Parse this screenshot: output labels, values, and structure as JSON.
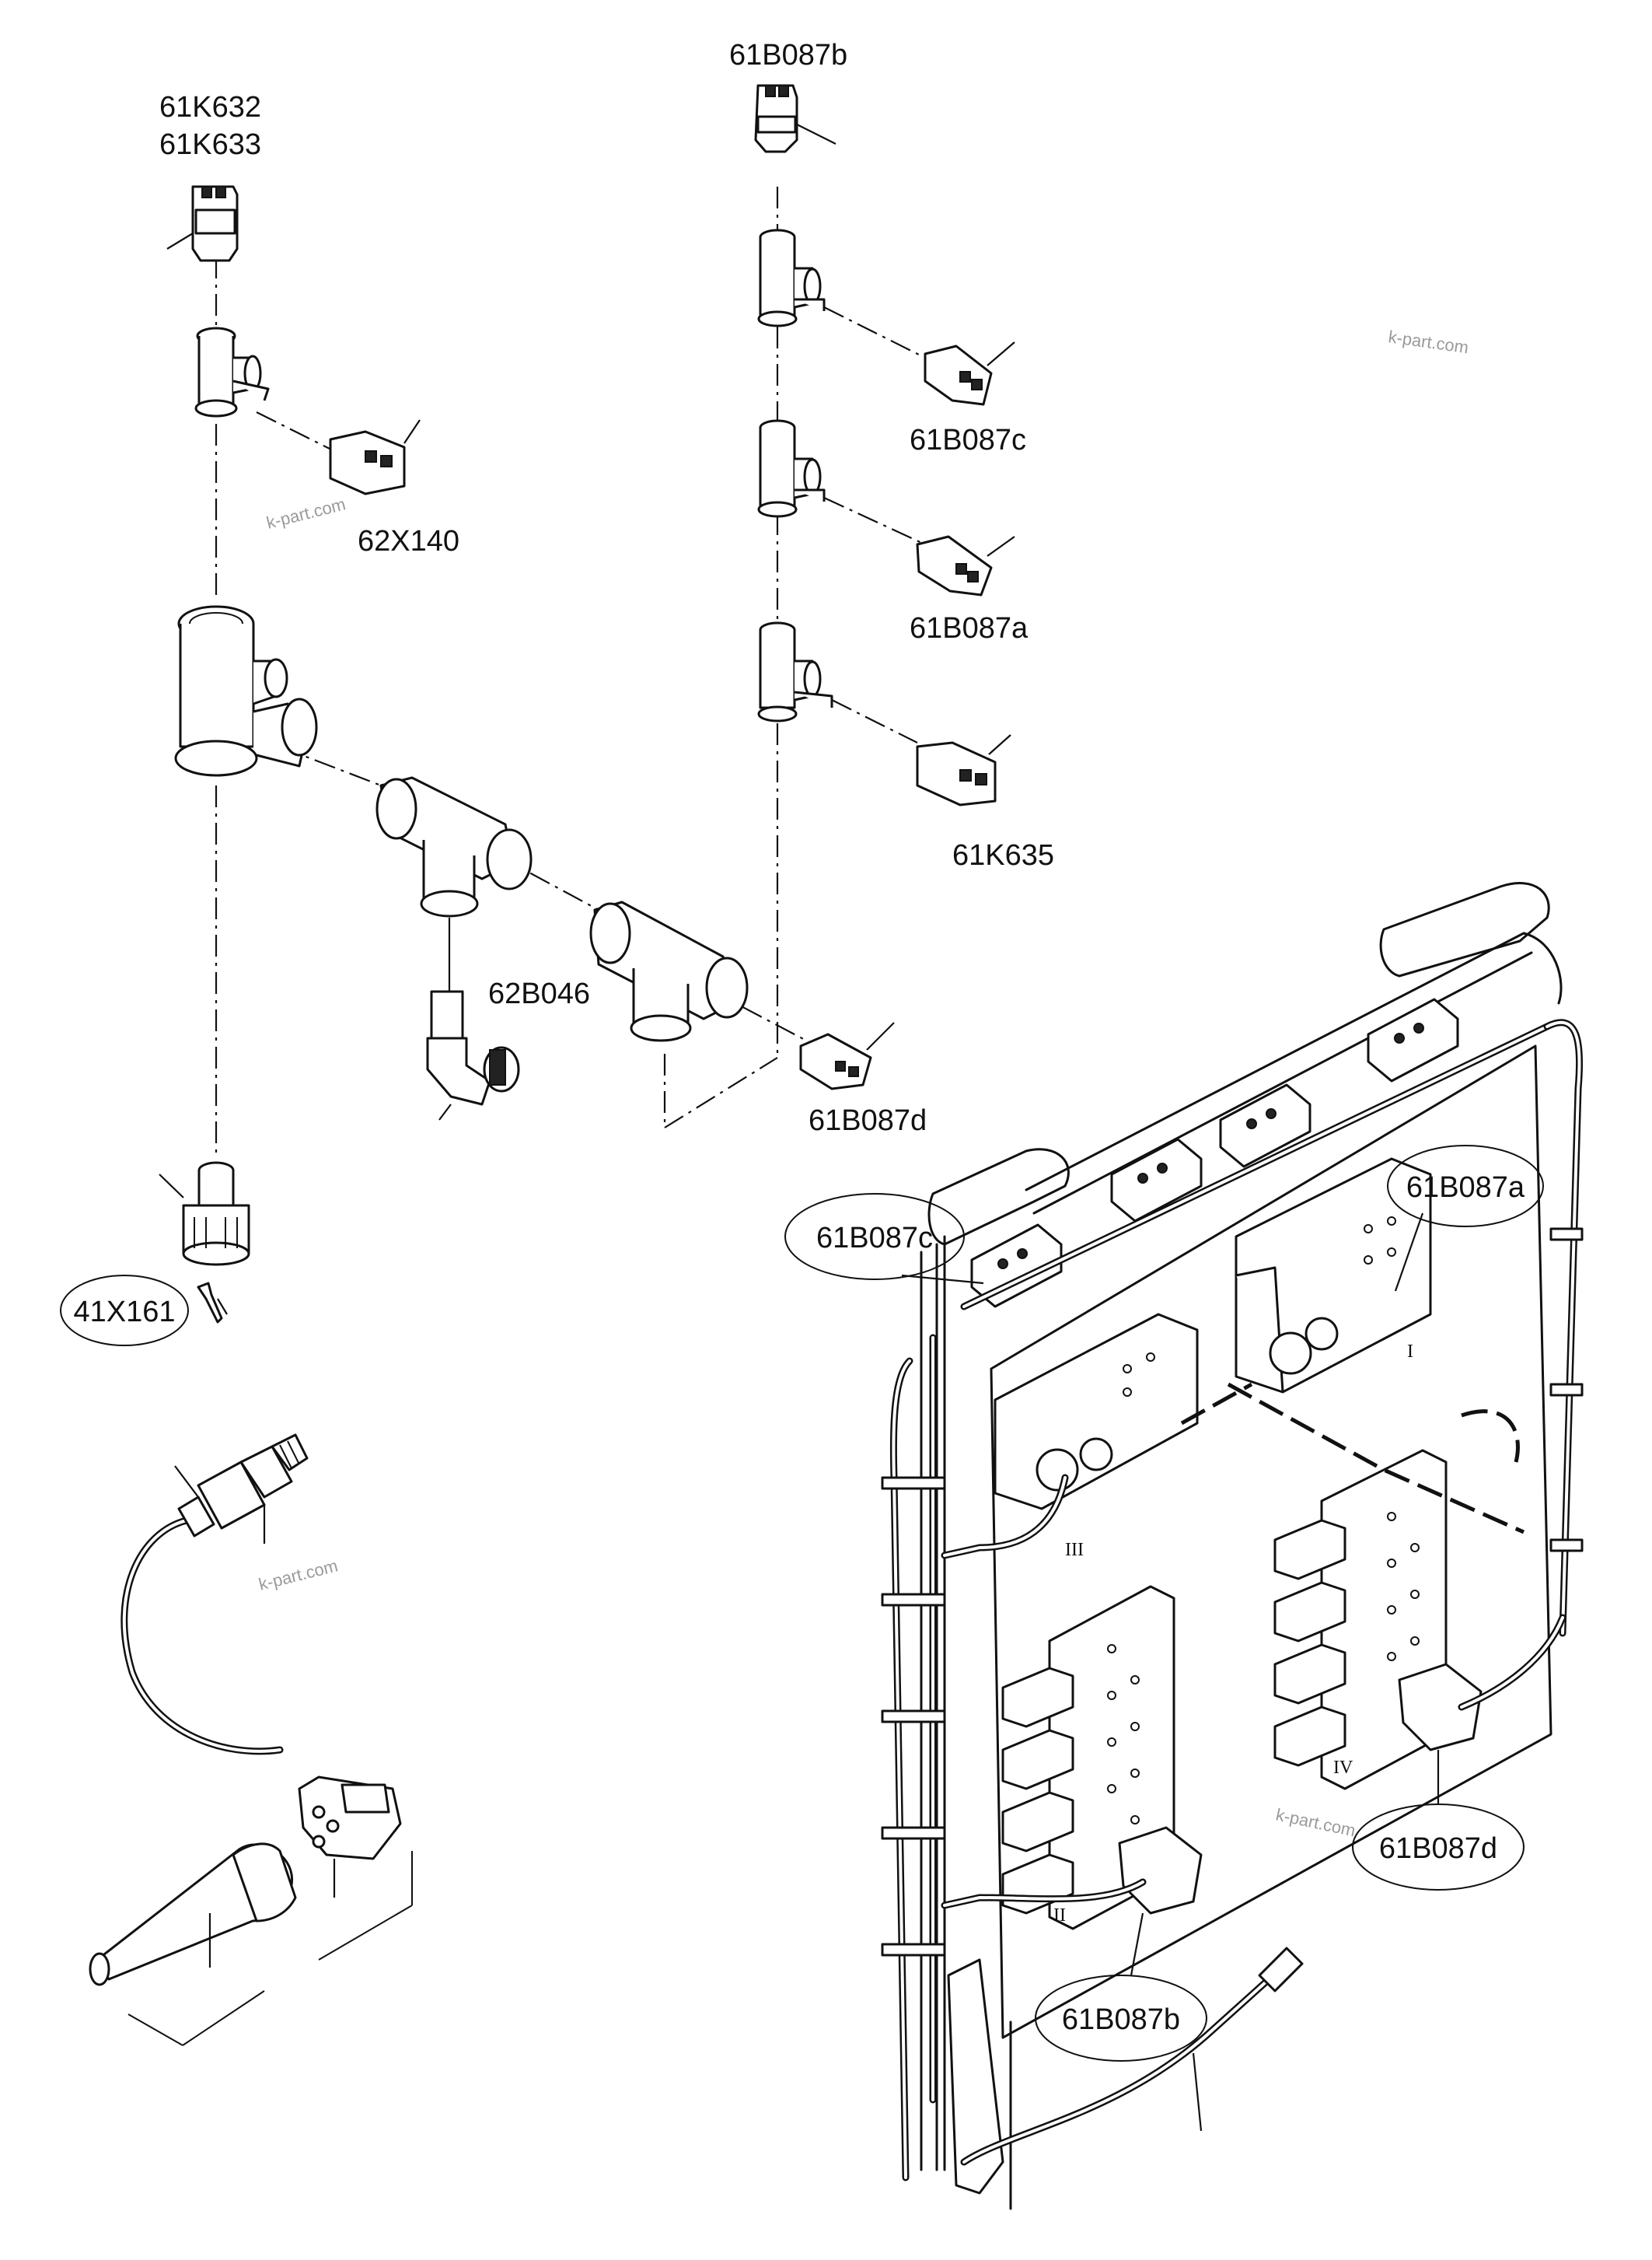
{
  "labels": {
    "k632": "61K632",
    "k633": "61K633",
    "b087b_top": "61B087b",
    "b087c_top": "61B087c",
    "b087a_top": "61B087a",
    "k635": "61K635",
    "x140": "62X140",
    "b046": "62B046",
    "b087d_top": "61B087d",
    "x161": "41X161",
    "b087c_frame": "61B087c",
    "b087a_frame": "61B087a",
    "b087d_frame": "61B087d",
    "b087b_frame": "61B087b"
  },
  "valve_marks": {
    "i": "I",
    "ii": "II",
    "iii": "III",
    "iv": "IV"
  },
  "watermarks": [
    "k-part.com",
    "k-part.com",
    "k-part.com",
    "k-part.com"
  ]
}
